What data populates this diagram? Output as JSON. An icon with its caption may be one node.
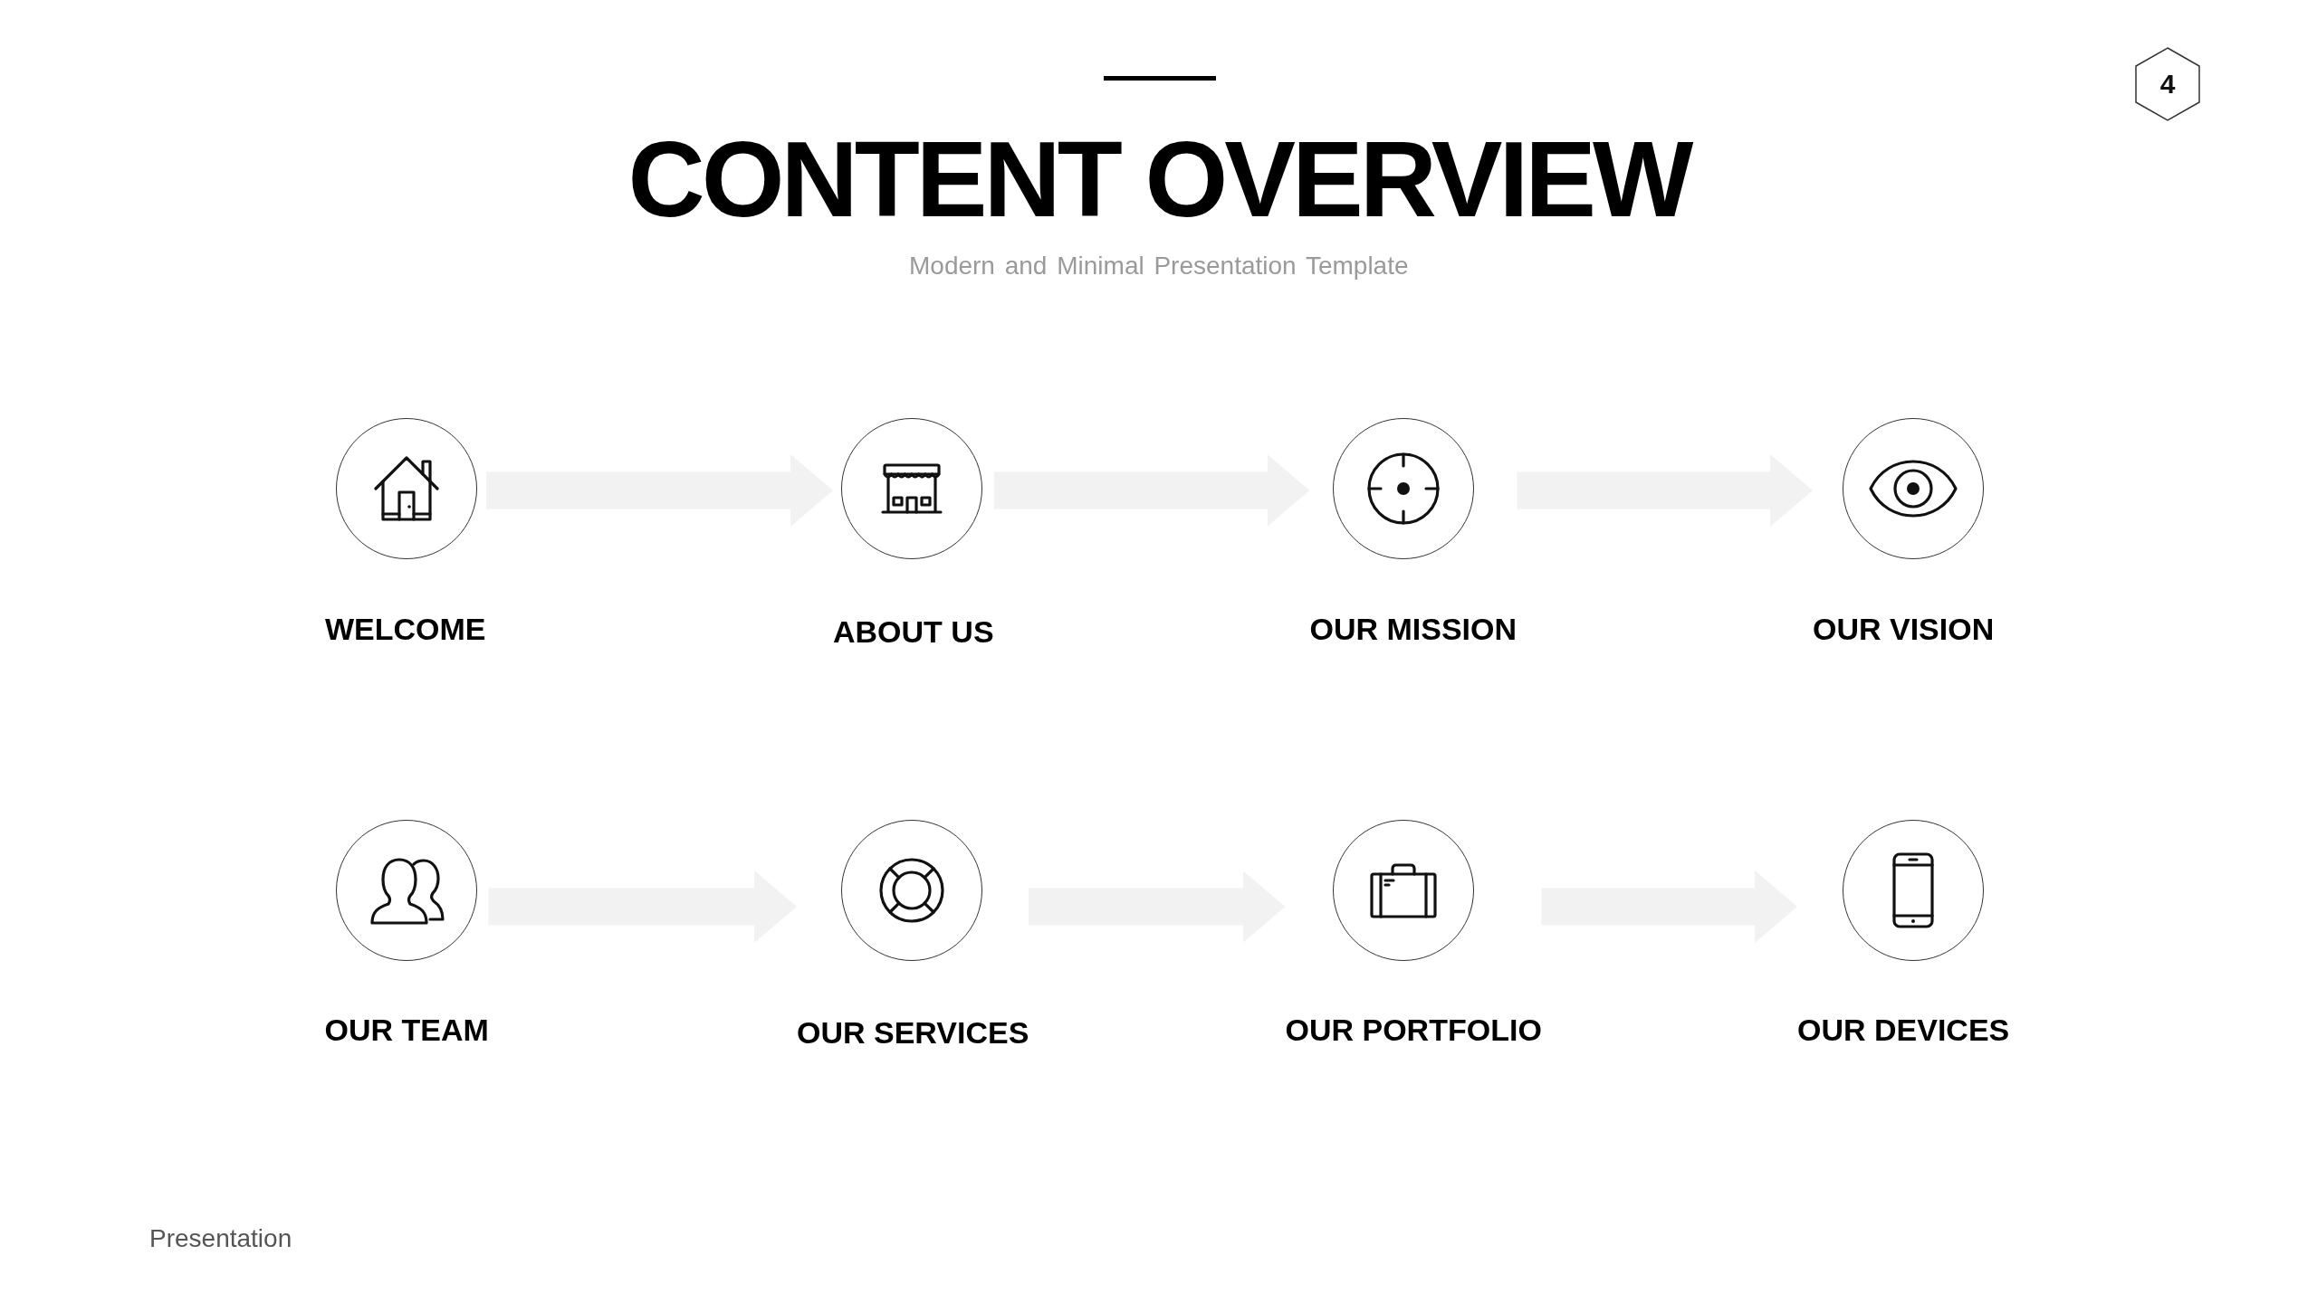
{
  "diagram": {
    "title": "CONTENT OVERVIEW",
    "nodes": [
      {
        "text": [
          "4"
        ]
      },
      {
        "text": [
          "WELCOME"
        ]
      },
      {
        "text": [
          "ABOUT US"
        ]
      },
      {
        "text": [
          "OUR MISSION"
        ]
      },
      {
        "text": [
          "OUR VISION"
        ]
      },
      {
        "text": [
          "OUR TEAM"
        ]
      },
      {
        "text": [
          "OUR SERVICES"
        ]
      },
      {
        "text": [
          "OUR PORTFOLIO"
        ]
      },
      {
        "text": [
          "OUR DEVICES"
        ]
      }
    ],
    "edges": [
      {
        "from": 1,
        "to": 2,
        "arrow": "to"
      },
      {
        "from": 2,
        "to": 3,
        "arrow": "to"
      },
      {
        "from": 3,
        "to": 4,
        "arrow": "to"
      },
      {
        "from": 5,
        "to": 6,
        "arrow": "to"
      },
      {
        "from": 6,
        "to": 7,
        "arrow": "to"
      },
      {
        "from": 7,
        "to": 8,
        "arrow": "to"
      }
    ],
    "labels": [
      "Modern and Minimal Presentation Template",
      "Presentation"
    ]
  }
}
